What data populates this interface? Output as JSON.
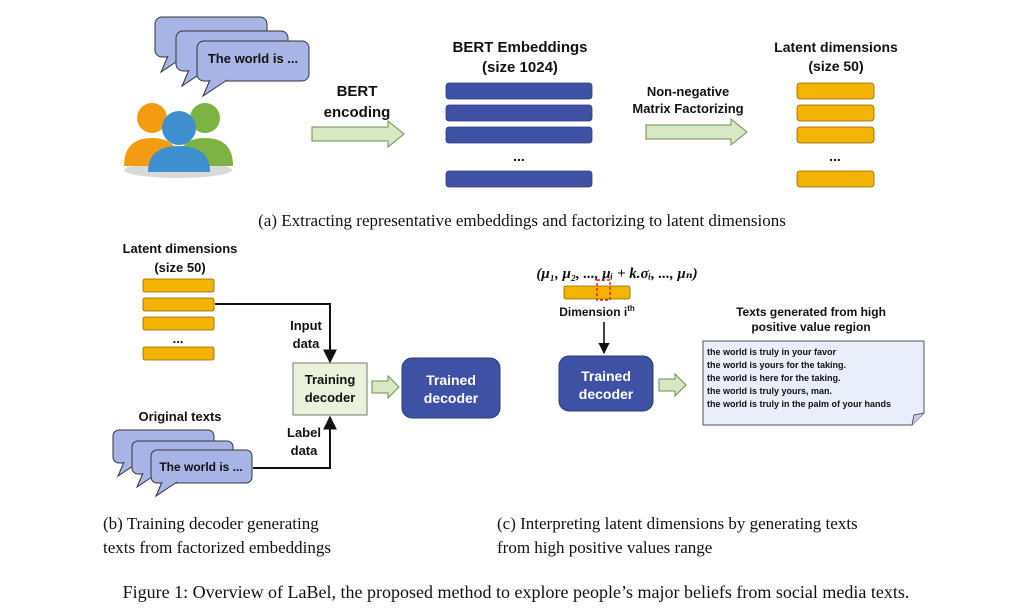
{
  "panel_a": {
    "bubble_text": "The world is ...",
    "bert_label_1": "BERT",
    "bert_label_2": "encoding",
    "embeddings_title_1": "BERT Embeddings",
    "embeddings_title_2": "(size 1024)",
    "nmf_label_1": "Non-negative",
    "nmf_label_2": "Matrix Factorizing",
    "latent_title_1": "Latent dimensions",
    "latent_title_2": "(size 50)",
    "ellipsis": "...",
    "caption": "(a) Extracting representative embeddings and factorizing to latent dimensions"
  },
  "panel_b": {
    "latent_title_1": "Latent dimensions",
    "latent_title_2": "(size 50)",
    "ellipsis": "...",
    "input_label_1": "Input",
    "input_label_2": "data",
    "training_1": "Training",
    "training_2": "decoder",
    "trained_1": "Trained",
    "trained_2": "decoder",
    "original_texts": "Original texts",
    "bubble_text": "The world is ...",
    "label_label_1": "Label",
    "label_label_2": "data",
    "caption_1": "(b) Training decoder generating",
    "caption_2": "texts from factorized embeddings"
  },
  "panel_c": {
    "formula": "(μ₁, μ₂, ..., μᵢ + k.σᵢ, ..., μₙ)",
    "dimension_label": "Dimension i",
    "dimension_sup": "th",
    "trained_1": "Trained",
    "trained_2": "decoder",
    "texts_title_1": "Texts generated from high",
    "texts_title_2": "positive value region",
    "generated_texts": [
      "the world is truly in your favor",
      "the world is yours for the taking.",
      "the world is here for the taking.",
      "the world is truly yours, man.",
      "the world is truly in the palm of your hands"
    ],
    "caption_1": "(c) Interpreting latent dimensions by generating texts",
    "caption_2": "from high positive values range"
  },
  "figure_caption": "Figure 1: Overview of LaBel, the proposed method to explore people’s major beliefs from social media texts.",
  "colors": {
    "navy_bar": "#3F51A5",
    "orange_bar": "#F5B301",
    "bubble_fill": "#A8B4E6",
    "arrow_fill": "#D7E9C4",
    "arrow_stroke": "#6F8C55",
    "training_fill": "#EAF2DC",
    "note_fill": "#E9EEFA"
  }
}
